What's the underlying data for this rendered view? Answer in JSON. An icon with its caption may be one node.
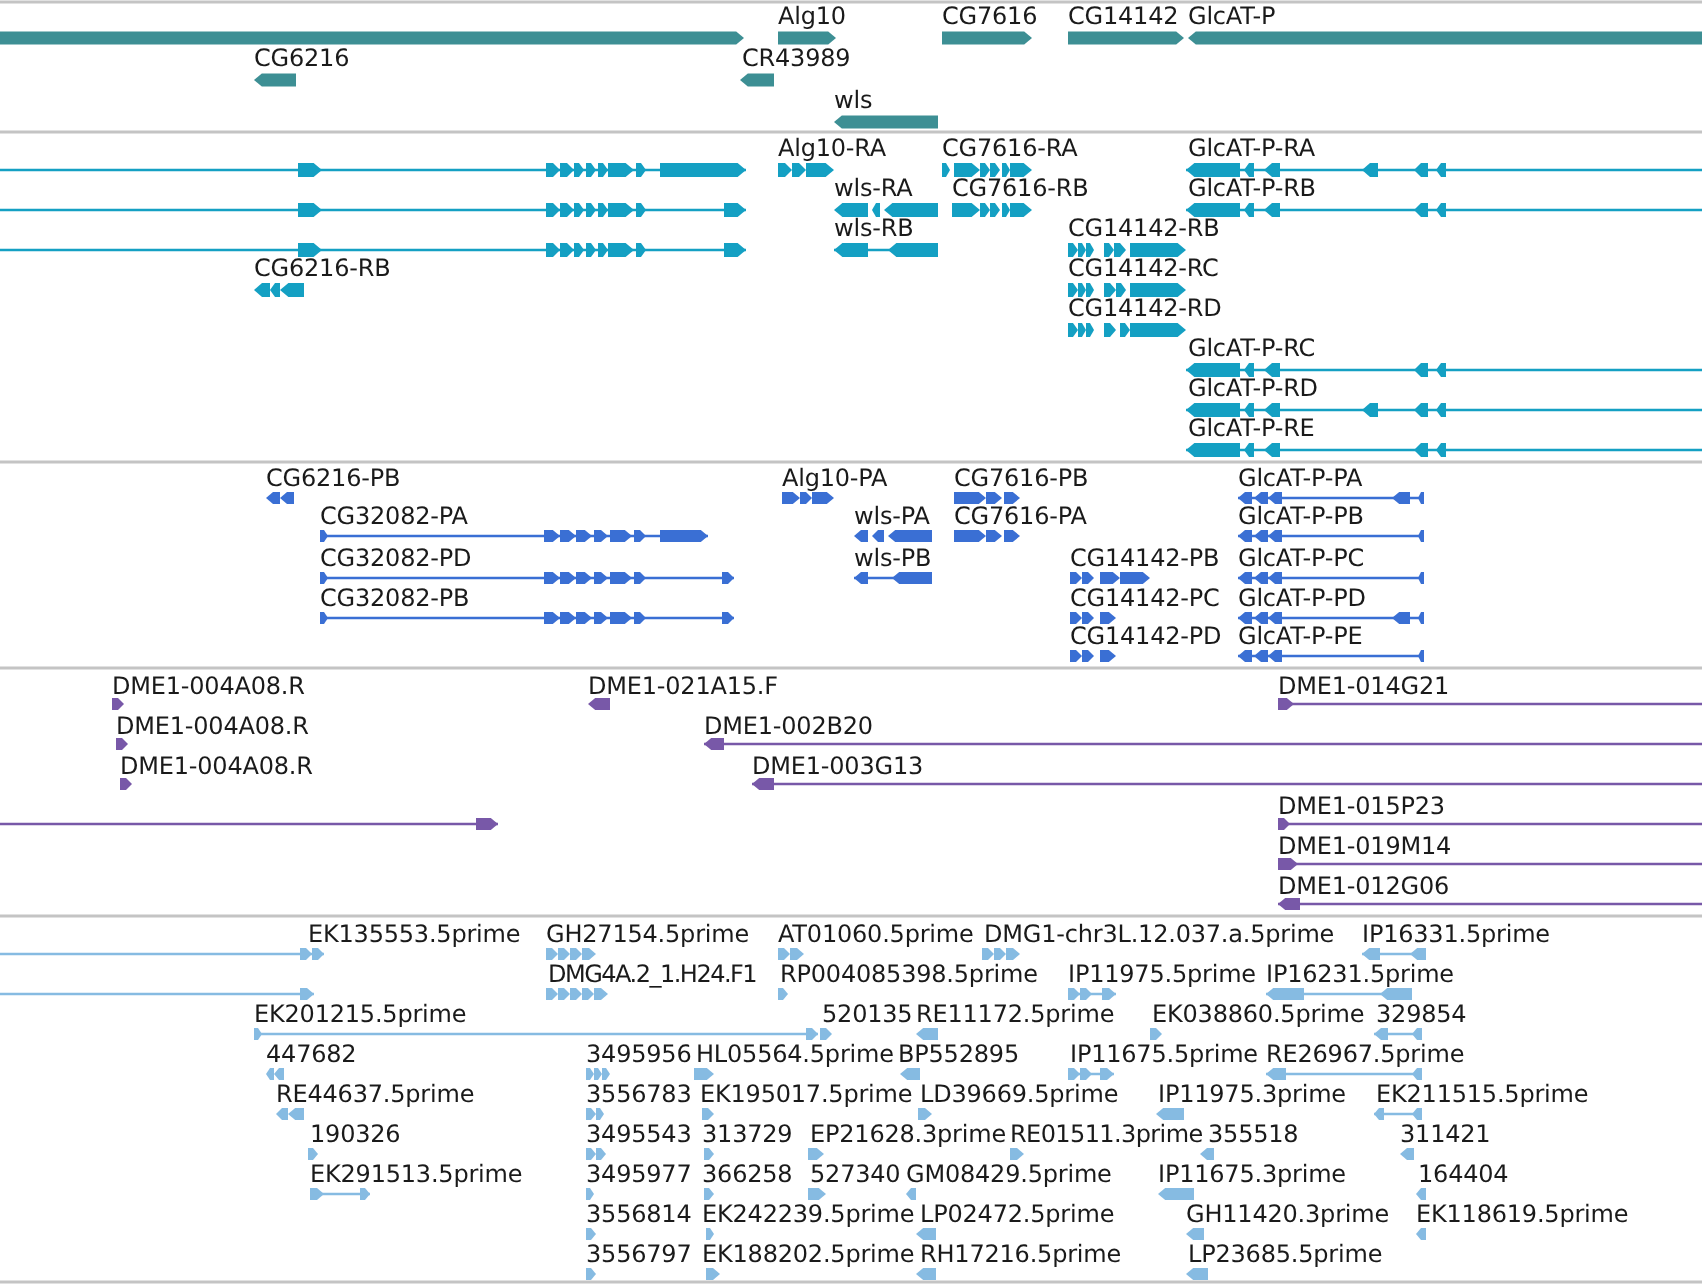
{
  "diagram": {
    "labels": [
      "Alg10",
      "CG7616",
      "CG14142",
      "GlcAT-P",
      "CG6216",
      "CR43989",
      "wls",
      "Alg10-RA",
      "CG7616-RA",
      "GlcAT-P-RA",
      "wls-RA",
      "CG7616-RB",
      "GlcAT-P-RB",
      "wls-RB",
      "CG14142-RB",
      "CG6216-RB",
      "CG14142-RC",
      "CG14142-RD",
      "GlcAT-P-RC",
      "GlcAT-P-RD",
      "GlcAT-P-RE",
      "CG6216-PB",
      "Alg10-PA",
      "CG7616-PB",
      "GlcAT-P-PA",
      "CG32082-PA",
      "wls-PA",
      "CG7616-PA",
      "GlcAT-P-PB",
      "CG32082-PD",
      "wls-PB",
      "CG14142-PB",
      "GlcAT-P-PC",
      "CG32082-PB",
      "CG14142-PC",
      "GlcAT-P-PD",
      "CG14142-PD",
      "GlcAT-P-PE",
      "DME1-004A08.R",
      "DME1-021A15.F",
      "DME1-014G21",
      "DME1-004A08.R",
      "DME1-002B20",
      "DME1-004A08.R",
      "DME1-003G13",
      "DME1-015P23",
      "DME1-019M14",
      "DME1-012G06",
      "EK135553.5prime",
      "GH27154.5prime",
      "AT01060.5prime",
      "DMG1-chr3L.12.037.a.5prime",
      "IP16331.5prime",
      "DMG4A.2_1.H24.F1",
      "RP004085398.5prime",
      "IP11975.5prime",
      "IP16231.5prime",
      "EK201215.5prime",
      "520135",
      "RE11172.5prime",
      "EK038860.5prime",
      "329854",
      "447682",
      "3495956",
      "HL05564.5prime",
      "BP552895",
      "IP11675.5prime",
      "RE26967.5prime",
      "RE44637.5prime",
      "3556783",
      "EK195017.5prime",
      "LD39669.5prime",
      "IP11975.3prime",
      "EK211515.5prime",
      "190326",
      "3495543",
      "313729",
      "EP21628.3prime",
      "RE01511.3prime",
      "355518",
      "311421",
      "EK291513.5prime",
      "3495977",
      "366258",
      "527340",
      "GM08429.5prime",
      "IP11675.3prime",
      "164404",
      "3556814",
      "EK242239.5prime",
      "LP02472.5prime",
      "GH11420.3prime",
      "EK118619.5prime",
      "3556797",
      "EK188202.5prime",
      "RH17216.5prime",
      "LP23685.5prime"
    ]
  }
}
